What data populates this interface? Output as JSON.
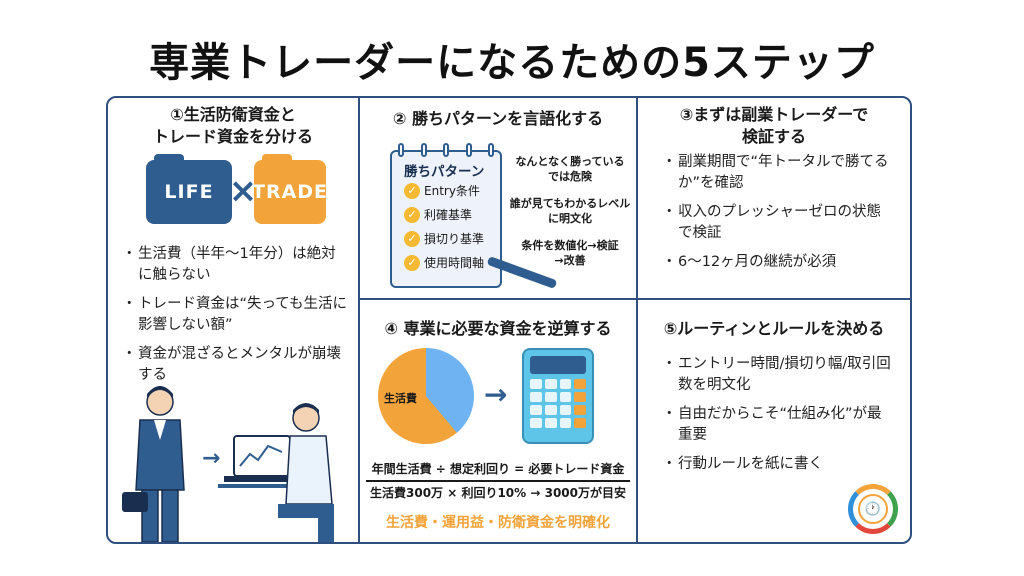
{
  "title": "専業トレーダーになるための5ステップ",
  "colors": {
    "accent_blue": "#2f5d8f",
    "accent_orange": "#f2a33a",
    "border": "#2f4f7f"
  },
  "panel1": {
    "heading_line1": "①生活防衛資金と",
    "heading_line2": "トレード資金を分ける",
    "folder_left": "LIFE",
    "folder_times": "×",
    "folder_right": "TRADE",
    "bullets": [
      "生活費（半年〜1年分）は絶対に触らない",
      "トレード資金は“失っても生活に影響しない額”",
      "資金が混ざるとメンタルが崩壊する"
    ],
    "arrow": "→"
  },
  "panel2": {
    "heading": "② 勝ちパターンを言語化する",
    "notebook_title": "勝ちパターン",
    "checklist": [
      "Entry条件",
      "利確基準",
      "損切り基準",
      "使用時間軸"
    ],
    "check_mark": "✓",
    "notes": [
      "なんとなく勝っている\nでは危険",
      "誰が見てもわかるレベル\nに明文化",
      "条件を数値化→検証\n→改善"
    ]
  },
  "panel3": {
    "heading_line1": "③まずは副業トレーダーで",
    "heading_line2": "検証する",
    "bullets": [
      "副業期間で“年トータルで勝てるか”を確認",
      "収入のプレッシャーゼロの状態で検証",
      "6〜12ヶ月の継続が必須"
    ]
  },
  "panel4": {
    "heading": "④ 専業に必要な資金を逆算する",
    "pie_label": "生活費",
    "arrow": "→",
    "formula_line1": "年間生活費 ÷ 想定利回り = 必要トレード資金",
    "formula_line2": "生活費300万 × 利回り10% → 3000万が目安",
    "highlight": "生活費・運用益・防衛資金を明確化"
  },
  "panel5": {
    "heading": "⑤ルーティンとルールを決める",
    "bullets": [
      "エントリー時間/損切り幅/取引回数を明文化",
      "自由だからこそ“仕組み化”が最重要",
      "行動ルールを紙に書く"
    ],
    "clock_glyph": "🕐"
  }
}
